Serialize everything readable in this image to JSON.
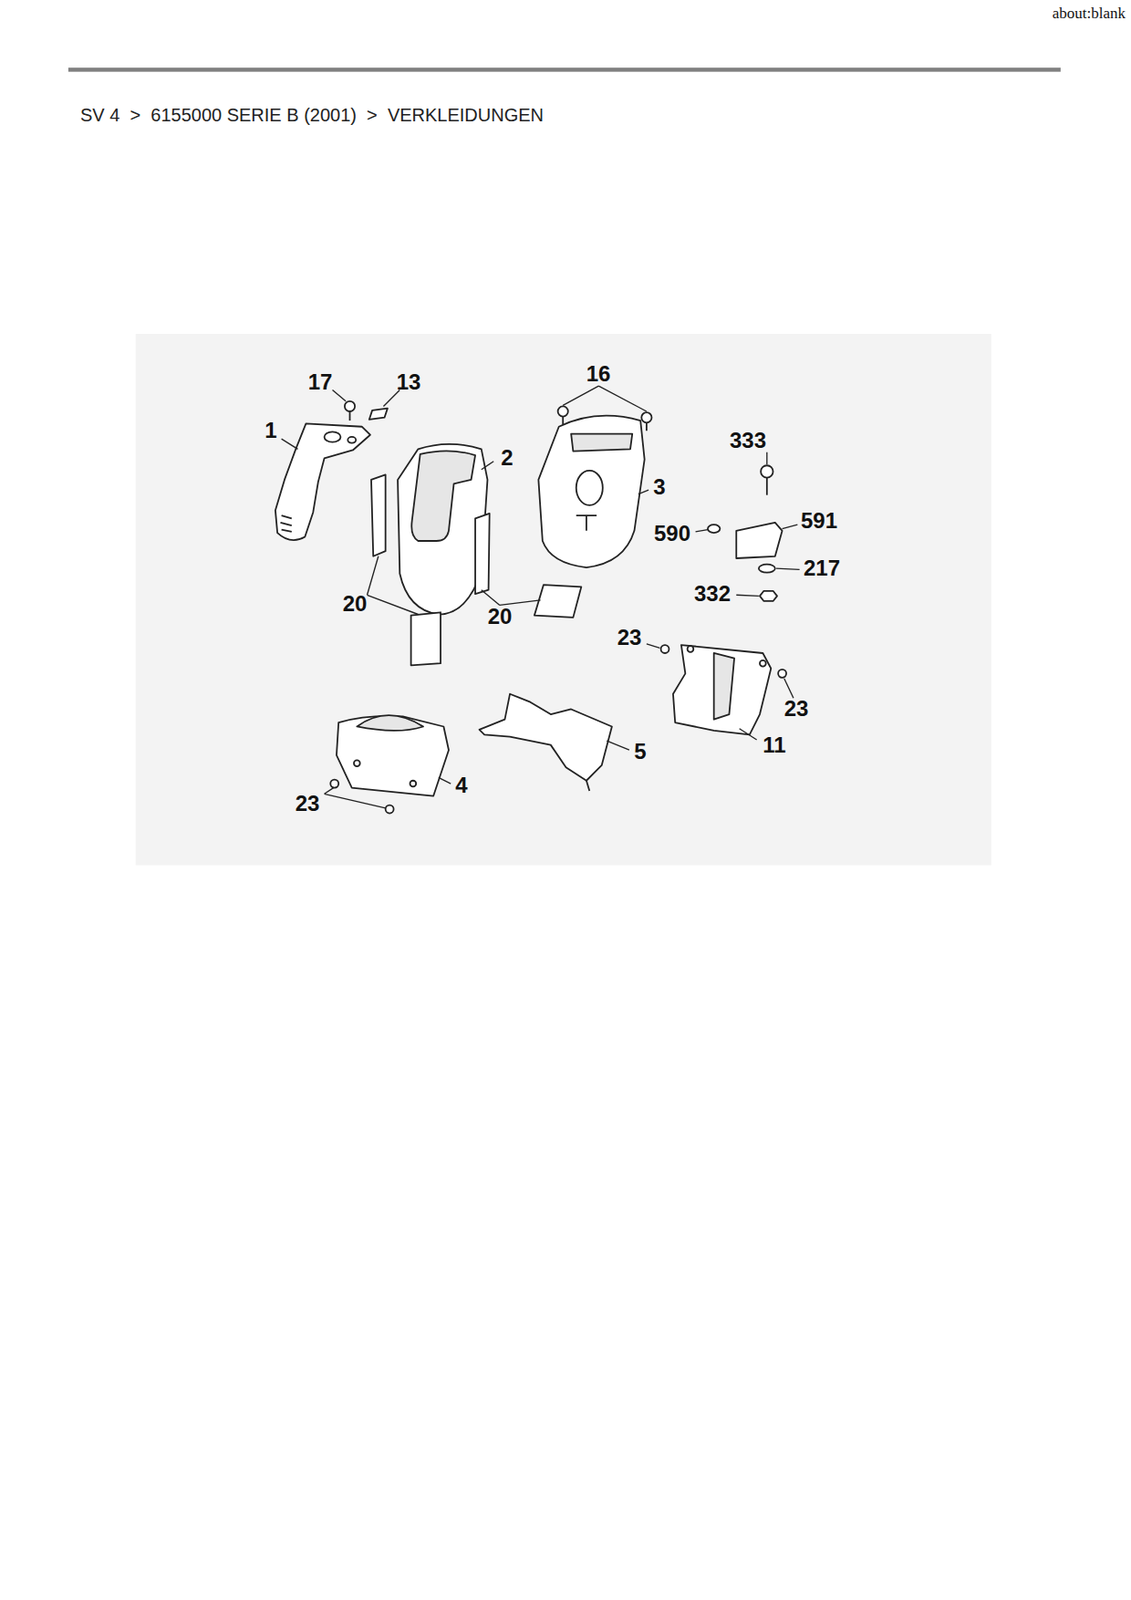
{
  "diagram": {
    "title": "SV 4  >  6155000 SERIE B (2001)  >  VERKLEIDUNGEN",
    "labels": [
      "about:blank",
      "17",
      "13",
      "1",
      "16",
      "2",
      "3",
      "333",
      "590",
      "591",
      "217",
      "20",
      "20",
      "332",
      "23",
      "23",
      "11",
      "5",
      "4",
      "23"
    ]
  }
}
